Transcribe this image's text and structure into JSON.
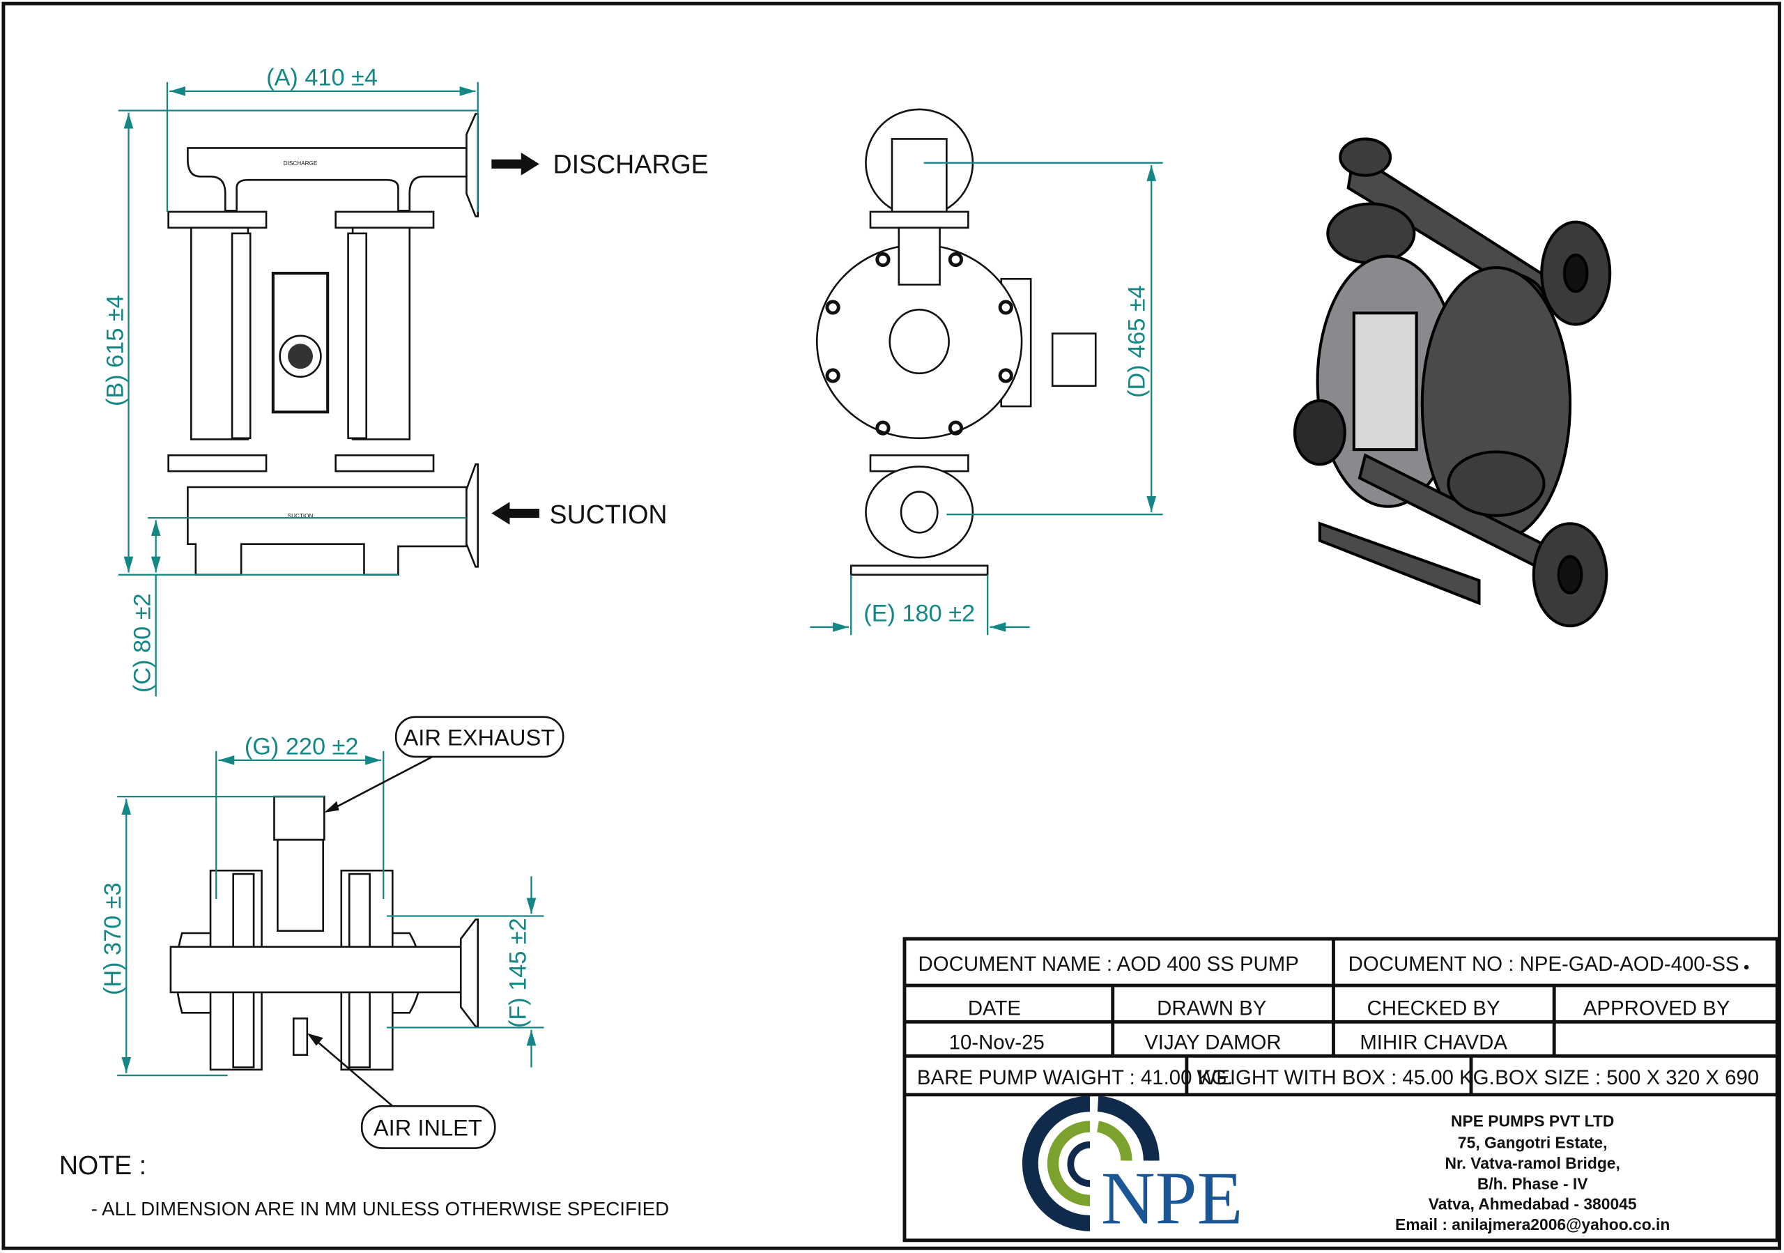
{
  "front_view": {
    "dim_a": "(A)  410  ±4",
    "dim_b": "(B) 615 ±4",
    "dim_c": "(C)  80  ±2",
    "discharge_label": "DISCHARGE",
    "suction_label": "SUCTION"
  },
  "side_view": {
    "dim_d": "(D) 465 ±4",
    "dim_e": "(E)  180  ±2"
  },
  "bottom_view": {
    "dim_g": "(G)  220  ±2",
    "dim_h": "(H) 370 ±3",
    "dim_f": "(F)  145 ±2",
    "air_exhaust": "AIR EXHAUST",
    "air_inlet": "AIR INLET"
  },
  "note": {
    "title": "NOTE :",
    "line": "- ALL DIMENSION ARE IN MM UNLESS OTHERWISE SPECIFIED"
  },
  "title_block": {
    "document_name": "DOCUMENT NAME : AOD 400 SS PUMP",
    "document_no": "DOCUMENT NO :  NPE-GAD-AOD-400-SS",
    "headers": [
      "DATE",
      "DRAWN BY",
      "CHECKED BY",
      "APPROVED BY"
    ],
    "values": [
      "10-Nov-25",
      "VIJAY DAMOR",
      "MIHIR CHAVDA",
      ""
    ],
    "bare_weight": "BARE PUMP WAIGHT : 41.00 KG.",
    "box_weight": "WEIGHT WITH BOX : 45.00 KG.",
    "box_size": "BOX SIZE : 500 X 320 X 690",
    "logo_text": "NPE",
    "company": "NPE PUMPS PVT LTD",
    "address": [
      "75, Gangotri Estate,",
      "Nr. Vatva-ramol Bridge,",
      "B/h. Phase - IV",
      "Vatva, Ahmedabad - 380045",
      "Email : anilajmera2006@yahoo.co.in"
    ]
  },
  "colors": {
    "dimension": "#138686",
    "logo_navy": "#0f2a4a",
    "logo_green": "#7aa22c",
    "logo_blue": "#1a5596"
  }
}
